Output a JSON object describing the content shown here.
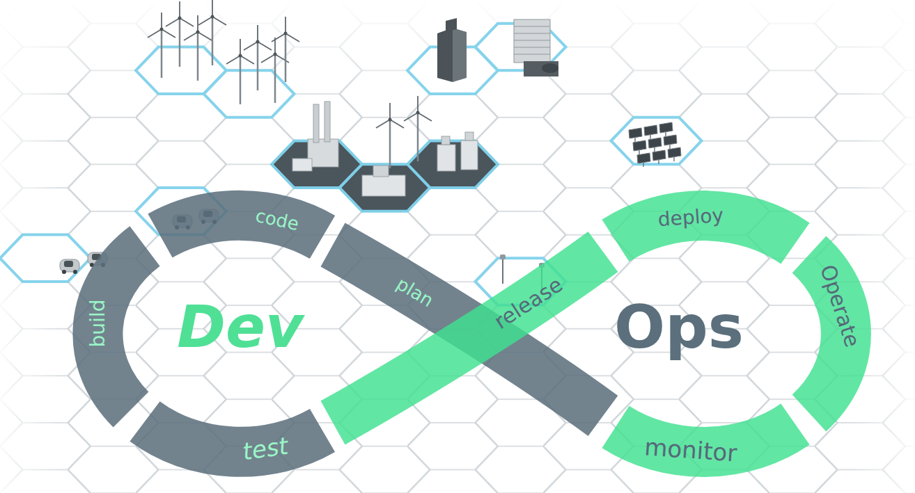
{
  "diagram": {
    "labels": [
      "code",
      "plan",
      "build",
      "Dev",
      "release",
      "Ops",
      "deploy",
      "Operate",
      "test",
      "monitor"
    ]
  }
}
